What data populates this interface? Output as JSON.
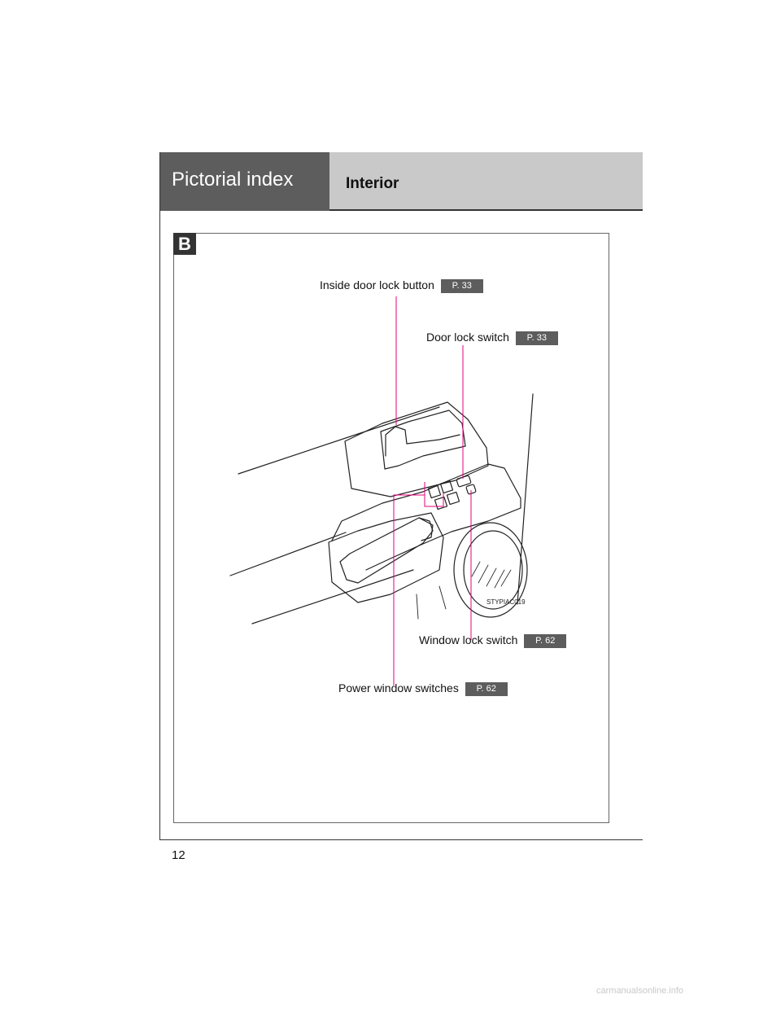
{
  "header": {
    "section_title": "Pictorial index",
    "page_title": "Interior"
  },
  "figure": {
    "badge": "B",
    "image_code": "STYPIAC019",
    "callout_color": "#e6007e",
    "callouts": {
      "inside_door_lock": {
        "label": "Inside door lock button",
        "page_ref": "P. 33"
      },
      "door_lock_switch": {
        "label": "Door lock switch",
        "page_ref": "P. 33"
      },
      "window_lock_switch": {
        "label": "Window lock switch",
        "page_ref": "P. 62"
      },
      "power_window_switches": {
        "label": "Power window switches",
        "page_ref": "P. 62"
      }
    }
  },
  "footer": {
    "page_number": "12",
    "watermark": "carmanualsonline.info"
  }
}
